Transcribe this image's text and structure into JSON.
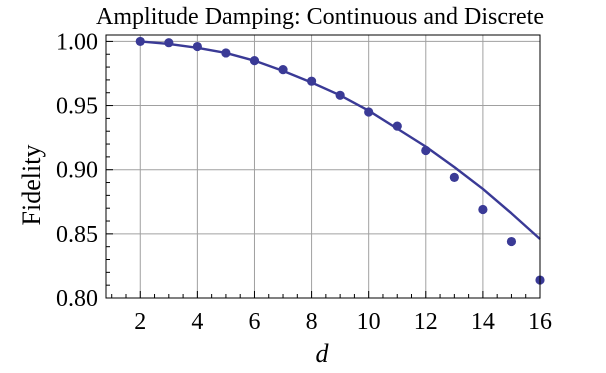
{
  "chart_data": {
    "type": "scatter",
    "title": "Amplitude Damping: Continuous and Discrete",
    "xlabel": "d",
    "ylabel": "Fidelity",
    "xlim": [
      0.8,
      16
    ],
    "ylim": [
      0.8,
      1.005
    ],
    "xticks": [
      2,
      4,
      6,
      8,
      10,
      12,
      14,
      16
    ],
    "yticks": [
      0.8,
      0.85,
      0.9,
      0.95,
      1.0
    ],
    "xtick_labels": [
      "2",
      "4",
      "6",
      "8",
      "10",
      "12",
      "14",
      "16"
    ],
    "ytick_labels": [
      "0.80",
      "0.85",
      "0.90",
      "0.95",
      "1.00"
    ],
    "grid": true,
    "legend": "none",
    "colors": {
      "series": "#3a3a96",
      "grid": "#a0a0a0",
      "axis": "#000000"
    },
    "series": [
      {
        "kind": "points",
        "x": [
          2,
          3,
          4,
          5,
          6,
          7,
          8,
          9,
          10,
          11,
          12,
          13,
          14,
          15,
          16
        ],
        "y": [
          1.0,
          0.999,
          0.996,
          0.991,
          0.985,
          0.978,
          0.969,
          0.958,
          0.945,
          0.934,
          0.915,
          0.894,
          0.869,
          0.844,
          0.814
        ]
      },
      {
        "kind": "curve",
        "x": [
          2,
          3,
          4,
          5,
          6,
          7,
          8,
          9,
          10,
          11,
          12,
          13,
          14,
          15,
          16
        ],
        "y": [
          1.0,
          0.998,
          0.995,
          0.991,
          0.985,
          0.977,
          0.968,
          0.958,
          0.946,
          0.932,
          0.918,
          0.902,
          0.885,
          0.866,
          0.846
        ]
      }
    ]
  }
}
